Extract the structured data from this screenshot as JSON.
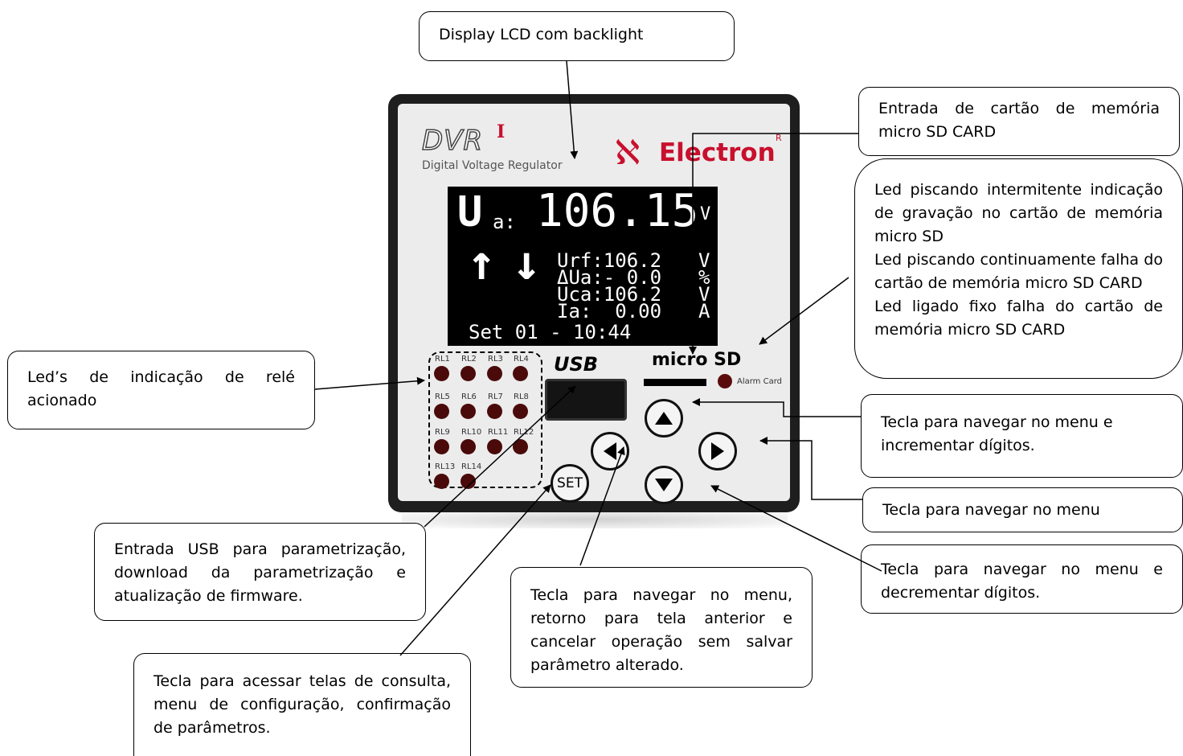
{
  "callouts": {
    "display": "Display LCD com backlight",
    "sd_entry": "Entrada de cartão de memória micro SD CARD",
    "sd_led": [
      "Led piscando intermitente indicação de gravação no cartão de memória micro SD",
      "Led piscando continuamente falha do cartão de memória micro SD CARD",
      "Led ligado fixo falha do cartão de memória micro SD CARD"
    ],
    "relay_leds": "Led’s de indicação de relé acionado",
    "key_up": "Tecla para navegar no menu e incrementar dígitos.",
    "key_right": "Tecla para navegar no menu",
    "key_down": "Tecla para navegar no menu e decrementar dígitos.",
    "usb": "Entrada USB para parametrização, download da parametrização e atualização de firmware.",
    "key_left": "Tecla para navegar no menu, retorno para tela anterior e cancelar operação sem salvar parâmetro alterado.",
    "key_set": "Tecla para acessar telas de consulta, menu de configuração, confirmação de parâmetros."
  },
  "device": {
    "model": "DVR",
    "model_sup": "I",
    "subtitle": "Digital Voltage Regulator",
    "brand": "Electron",
    "brand_reg": "R",
    "usb_label": "USB",
    "sd_label": "micro SD",
    "alarm_label": "Alarm Card",
    "set_key": "SET",
    "relays": [
      "RL1",
      "RL2",
      "RL3",
      "RL4",
      "RL5",
      "RL6",
      "RL7",
      "RL8",
      "RL9",
      "RL10",
      "RL11",
      "RL12",
      "RL13",
      "RL14"
    ],
    "lcd": {
      "main_symbol": "U",
      "main_sub": "a:",
      "main_value": "106.15",
      "main_unit": "V",
      "rows": [
        {
          "label": "Urf:106.2",
          "unit": "V"
        },
        {
          "label": "ΔUa:- 0.0",
          "unit": "%"
        },
        {
          "label": "Uca:106.2",
          "unit": "V"
        },
        {
          "label": "Ia:  0.00",
          "unit": "A"
        }
      ],
      "date": "Set 01 - 10:44"
    }
  },
  "colors": {
    "brand_red": "#c8102e",
    "led": "#4a0a0a",
    "lcd_bg": "#000000"
  }
}
